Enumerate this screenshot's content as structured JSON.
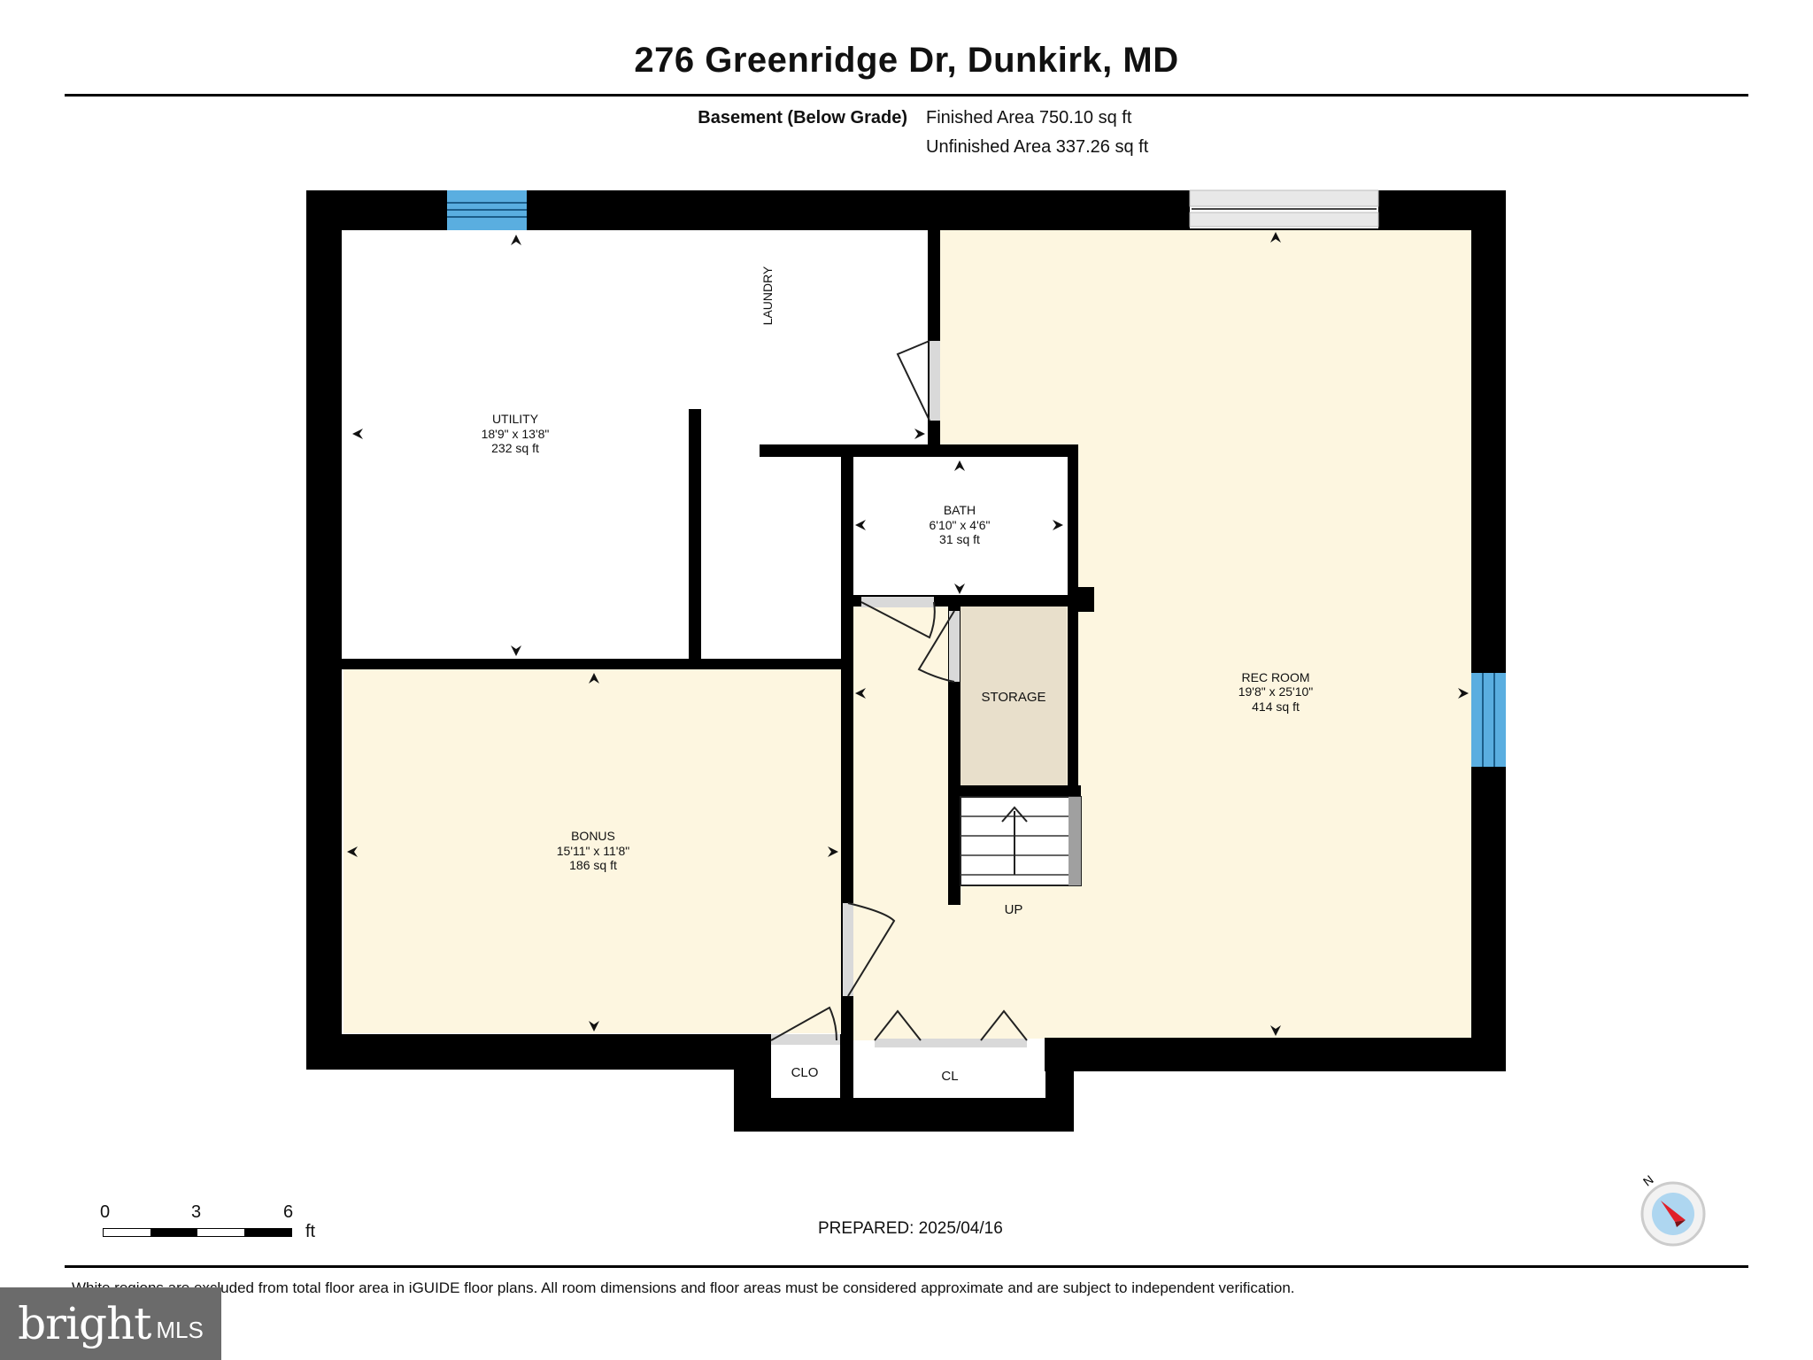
{
  "title": "276 Greenridge Dr, Dunkirk, MD",
  "summary": {
    "floor_label": "Basement (Below Grade)",
    "finished_area": "Finished Area 750.10 sq ft",
    "unfinished_area": "Unfinished Area 337.26 sq ft"
  },
  "rooms": {
    "utility": {
      "name": "UTILITY",
      "dims": "18'9\" x 13'8\"",
      "area": "232 sq ft"
    },
    "laundry": {
      "name": "LAUNDRY"
    },
    "bath": {
      "name": "BATH",
      "dims": "6'10\" x 4'6\"",
      "area": "31 sq ft"
    },
    "storage": {
      "name": "STORAGE"
    },
    "rec_room": {
      "name": "REC ROOM",
      "dims": "19'8\" x 25'10\"",
      "area": "414 sq ft"
    },
    "bonus": {
      "name": "BONUS",
      "dims": "15'11\" x 11'8\"",
      "area": "186 sq ft"
    },
    "stairs": {
      "name": "UP"
    },
    "clo": {
      "name": "CLO"
    },
    "cl": {
      "name": "CL"
    }
  },
  "scale": {
    "ticks": [
      "0",
      "3",
      "6"
    ],
    "unit": "ft"
  },
  "prepared": "PREPARED: 2025/04/16",
  "disclaimer": "White regions are excluded from total floor area in iGUIDE floor plans. All room dimensions and floor areas must be considered approximate and are subject to independent verification.",
  "compass": {
    "label": "N"
  },
  "logo": {
    "brand": "bright",
    "suffix": "MLS"
  },
  "colors": {
    "wall": "#000000",
    "finished_fill": "#fdf6e0",
    "storage_fill": "#e8dfcb",
    "window": "#5aaee0",
    "door_swing": "#d9d9d9",
    "compass_red": "#e0202a",
    "compass_blue": "#aed6f0",
    "logo_bg": "#6b6b6b"
  }
}
